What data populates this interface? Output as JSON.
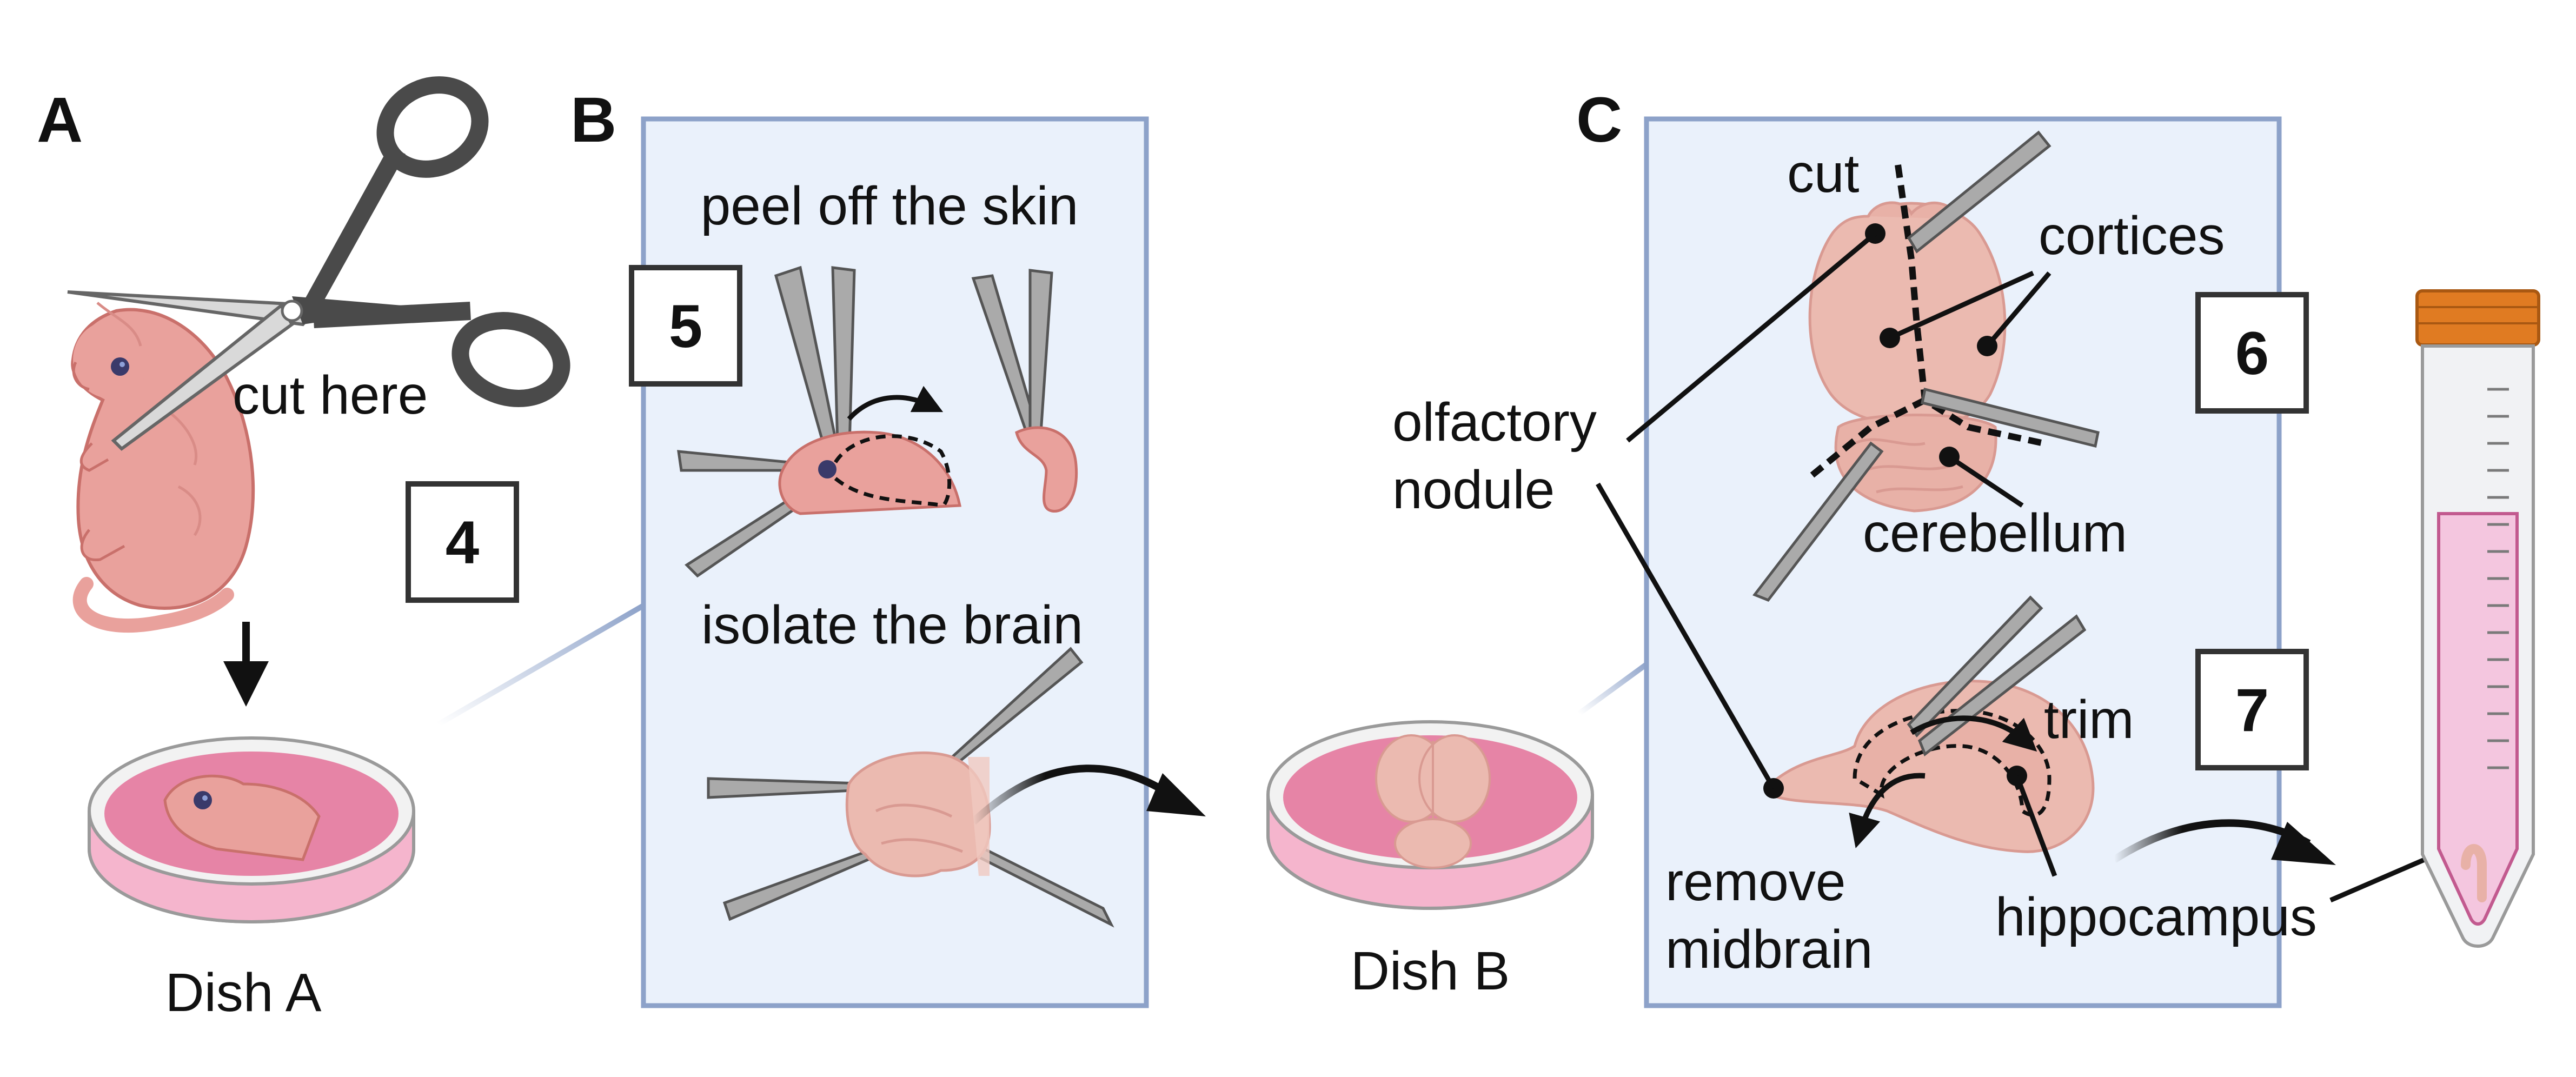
{
  "panels": {
    "a": {
      "letter": "A",
      "cut_label": "cut here",
      "step": "4",
      "dish_label": "Dish A"
    },
    "b": {
      "letter": "B",
      "peel_label": "peel off the skin",
      "step": "5",
      "isolate_label": "isolate the brain"
    },
    "dish_b": {
      "label": "Dish B"
    },
    "c": {
      "letter": "C",
      "cut_label": "cut",
      "cortices_label": "cortices",
      "olfactory_line1": "olfactory",
      "olfactory_line2": "nodule",
      "cerebellum_label": "cerebellum",
      "step6": "6",
      "step7": "7",
      "trim_label": "trim",
      "remove_line1": "remove",
      "remove_line2": "midbrain",
      "hippocampus_label": "hippocampus"
    }
  },
  "colors": {
    "panel_fill": "#eaf1fb",
    "panel_border": "#8da2c9",
    "skin": "#e9a19c",
    "skin_dark": "#c9706b",
    "brain": "#ebbab0",
    "medium": "#e684a6",
    "tube_cap": "#e07b22",
    "tube_fluid": "#f4c6df"
  }
}
